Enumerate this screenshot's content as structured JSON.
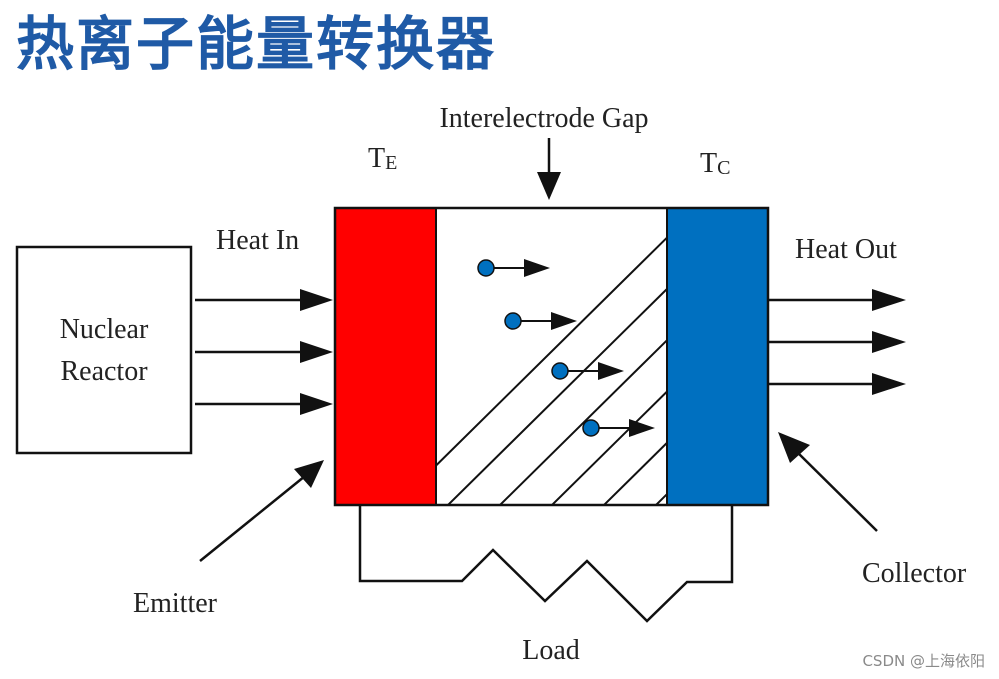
{
  "title": "热离子能量转换器",
  "labels": {
    "interelectrode_gap": "Interelectrode Gap",
    "te": "T",
    "te_sub": "E",
    "tc": "T",
    "tc_sub": "C",
    "heat_in": "Heat In",
    "heat_out": "Heat Out",
    "reactor_line1": "Nuclear",
    "reactor_line2": "Reactor",
    "emitter": "Emitter",
    "collector": "Collector",
    "load": "Load"
  },
  "colors": {
    "title": "#1f5aa6",
    "emitter": "#ff0000",
    "collector": "#0070c0",
    "electron": "#0070c0",
    "line": "#111111"
  },
  "electron_count": 4,
  "heat_in_arrows": 3,
  "heat_out_arrows": 3,
  "watermark": "CSDN @上海依阳"
}
